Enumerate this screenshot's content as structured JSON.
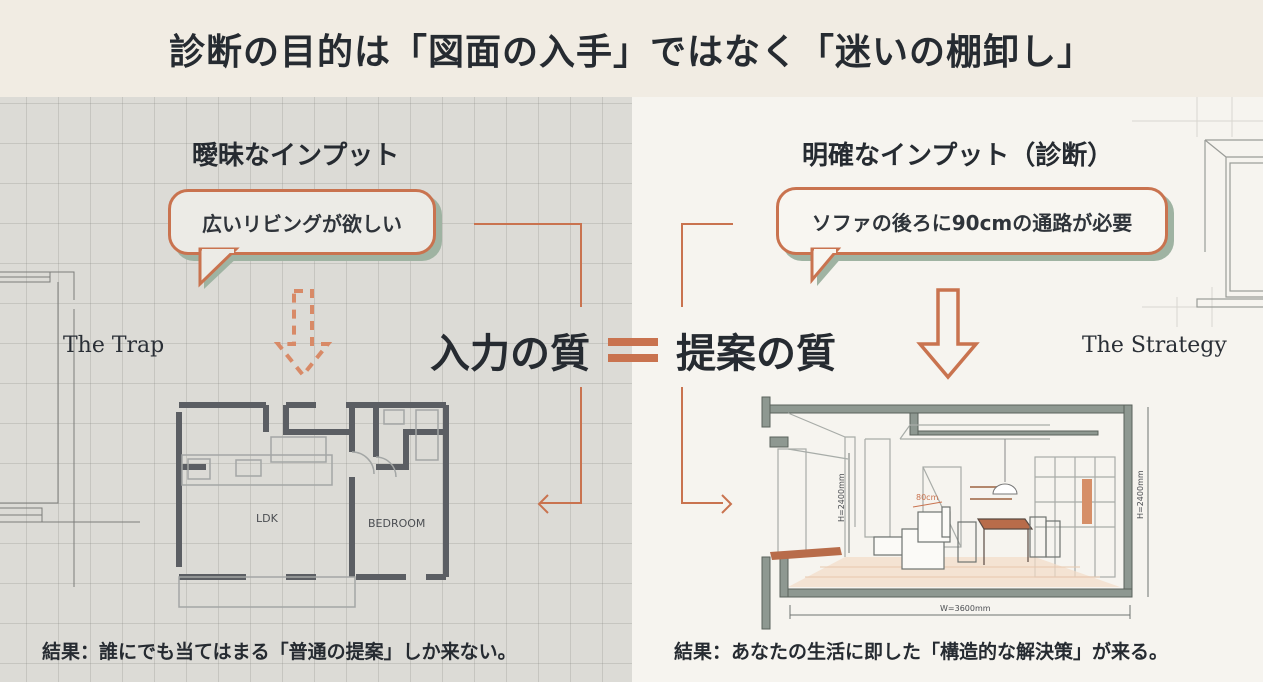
{
  "header": {
    "title": "診断の目的は「図面の入手」ではなく「迷いの棚卸し」"
  },
  "left": {
    "section_title": "曖昧なインプット",
    "bubble_text": "広いリビングが欲しい",
    "tag": "The Trap",
    "floorplan": {
      "room_labels": [
        "LDK",
        "BEDROOM"
      ]
    },
    "result": "結果：誰にでも当てはまる「普通の提案」しか来ない。"
  },
  "right": {
    "section_title": "明確なインプット（診断）",
    "bubble_text": "ソファの後ろに90cmの通路が必要",
    "tag": "The Strategy",
    "section_drawing": {
      "passage_label": "80cm",
      "height_label_left": "H=2400mm",
      "height_label_right": "H=2400mm",
      "width_label": "W=3600mm"
    },
    "result": "結果：あなたの生活に即した「構造的な解決策」が来る。"
  },
  "center": {
    "lhs": "入力の質",
    "rhs": "提案の質"
  },
  "colors": {
    "accent": "#c9734f",
    "shadow_green": "#9fb3a2",
    "text_dark": "#262b31",
    "left_bg": "#dcdbd6",
    "right_bg": "#f6f4ef",
    "header_bg": "#f1ece3",
    "wall_gray": "#6f7a73"
  }
}
